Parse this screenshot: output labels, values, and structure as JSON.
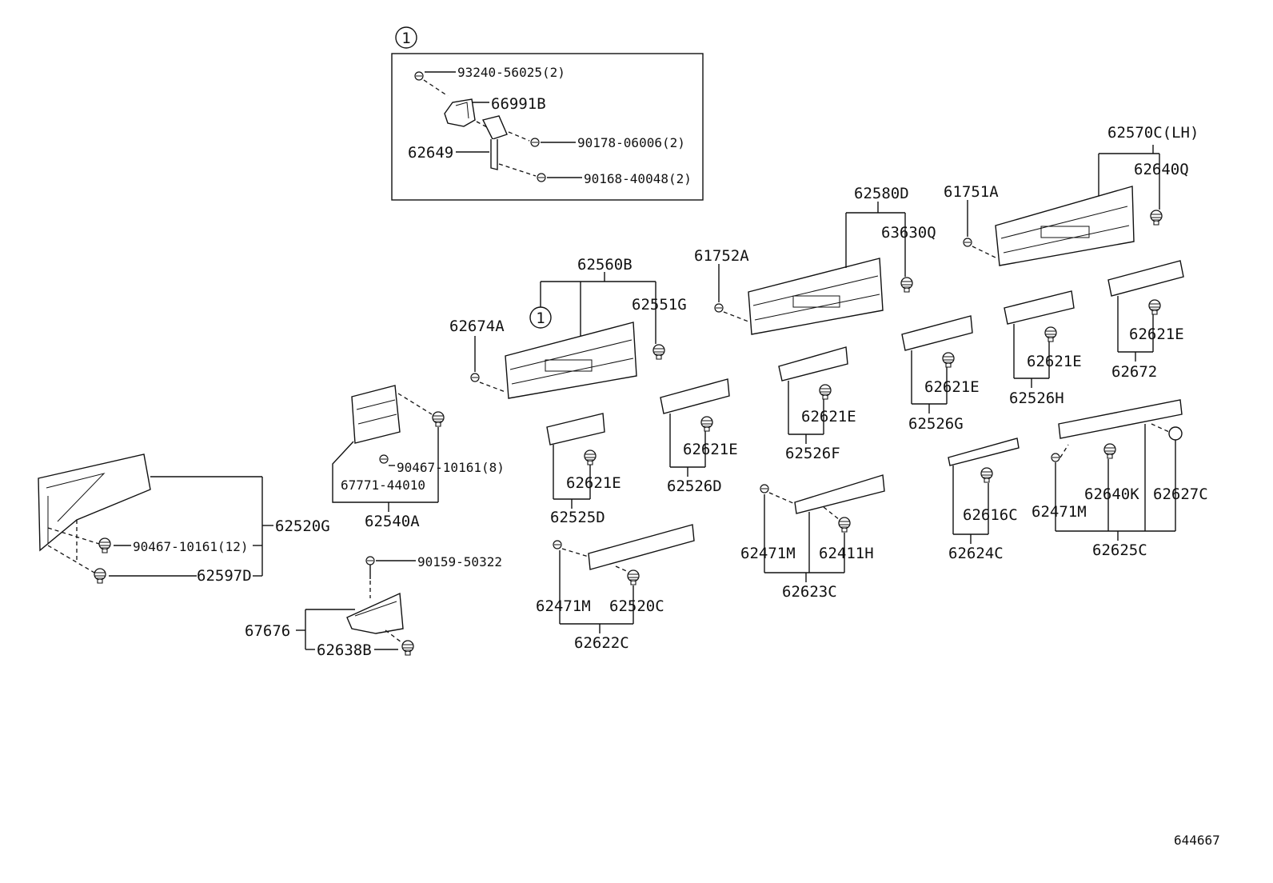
{
  "diagram_id": "644667",
  "callouts": {
    "kit_marker": "1",
    "kit_marker_ref": "1"
  },
  "labels": {
    "l_93240": "93240-56025(2)",
    "l_66991B": "66991B",
    "l_90178": "90178-06006(2)",
    "l_62649": "62649",
    "l_90168": "90168-40048(2)",
    "l_62570C": "62570C(LH)",
    "l_62640Q": "62640Q",
    "l_62580D": "62580D",
    "l_61751A": "61751A",
    "l_63630Q": "63630Q",
    "l_61752A": "61752A",
    "l_62560B": "62560B",
    "l_62551G": "62551G",
    "l_62674A": "62674A",
    "l_62621E_a": "62621E",
    "l_62672": "62672",
    "l_62621E_b": "62621E",
    "l_62526H": "62526H",
    "l_62621E_c": "62621E",
    "l_62526G": "62526G",
    "l_62621E_d": "62621E",
    "l_62526F": "62526F",
    "l_62621E_e": "62621E",
    "l_62526D": "62526D",
    "l_62621E_f": "62621E",
    "l_62525D": "62525D",
    "l_90467_8": "90467-10161(8)",
    "l_67771": "67771-44010",
    "l_62540A": "62540A",
    "l_62520G": "62520G",
    "l_90467_12": "90467-10161(12)",
    "l_62597D": "62597D",
    "l_90159": "90159-50322",
    "l_67676": "67676",
    "l_62638B": "62638B",
    "l_62471M_a": "62471M",
    "l_62520C": "62520C",
    "l_62622C": "62622C",
    "l_62471M_b": "62471M",
    "l_62411H": "62411H",
    "l_62623C": "62623C",
    "l_62616C": "62616C",
    "l_62624C": "62624C",
    "l_62471M_c": "62471M",
    "l_62640K": "62640K",
    "l_62627C": "62627C",
    "l_62625C": "62625C"
  }
}
